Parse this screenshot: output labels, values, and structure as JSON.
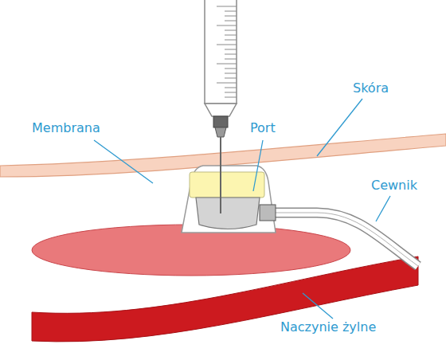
{
  "diagram": {
    "labels": [
      "Membrana",
      "Port",
      "Skóra",
      "Cewnik",
      "Naczynie żylne"
    ]
  }
}
